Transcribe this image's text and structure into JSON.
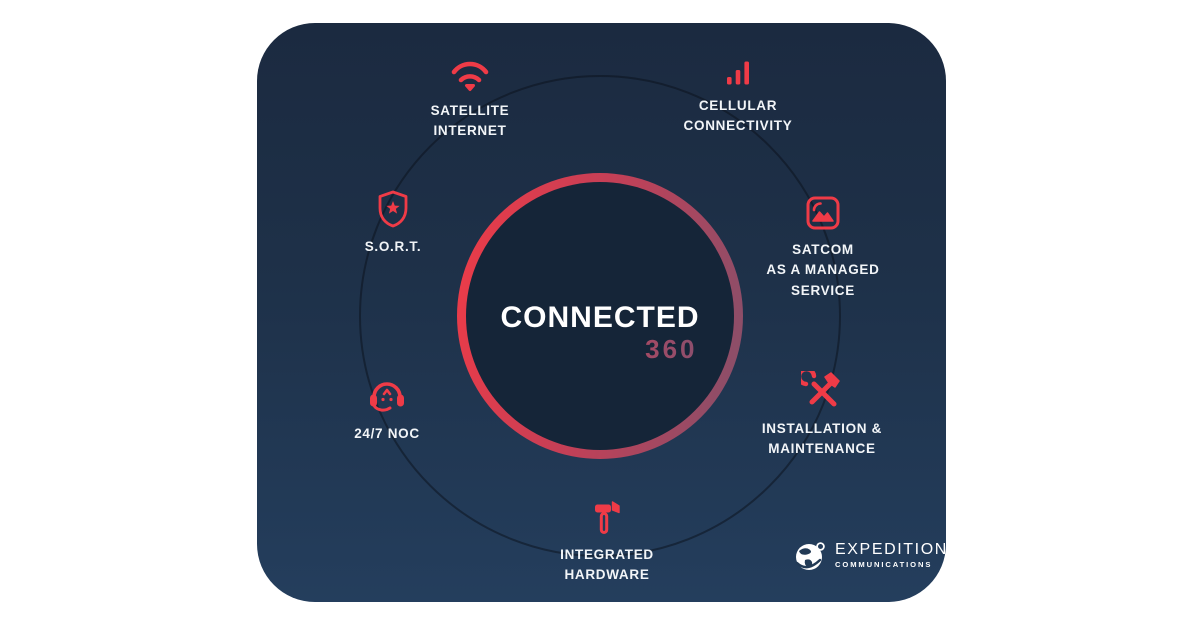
{
  "colors": {
    "accent": "#ef3b47",
    "ring-start": "#ef3b47",
    "ring-end": "#84506b",
    "card-top": "#1b2a40",
    "card-bottom": "#243e5d",
    "disc": "#152538",
    "text": "#f2f5f8"
  },
  "center": {
    "title": "CONNECTED",
    "subtitle": "360"
  },
  "items": [
    {
      "id": "satellite-internet",
      "icon": "wifi-icon",
      "lines": [
        "SATELLITE",
        "INTERNET"
      ]
    },
    {
      "id": "cellular-connectivity",
      "icon": "signal-bars-icon",
      "lines": [
        "CELLULAR",
        "CONNECTIVITY"
      ]
    },
    {
      "id": "sort",
      "icon": "shield-star-icon",
      "lines": [
        "S.O.R.T."
      ]
    },
    {
      "id": "satcom-managed-service",
      "icon": "image-icon",
      "lines": [
        "SATCOM",
        "AS A MANAGED",
        "SERVICE"
      ]
    },
    {
      "id": "installation-maintenance",
      "icon": "hammer-wrench-icon",
      "lines": [
        "INSTALLATION &",
        "MAINTENANCE"
      ]
    },
    {
      "id": "noc",
      "icon": "headset-icon",
      "lines": [
        "24/7 NOC"
      ]
    },
    {
      "id": "integrated-hardware",
      "icon": "hammer-icon",
      "lines": [
        "INTEGRATED",
        "HARDWARE"
      ]
    }
  ],
  "logo": {
    "name": "EXPEDITION",
    "sub": "COMMUNICATIONS",
    "icon": "globe-icon"
  }
}
